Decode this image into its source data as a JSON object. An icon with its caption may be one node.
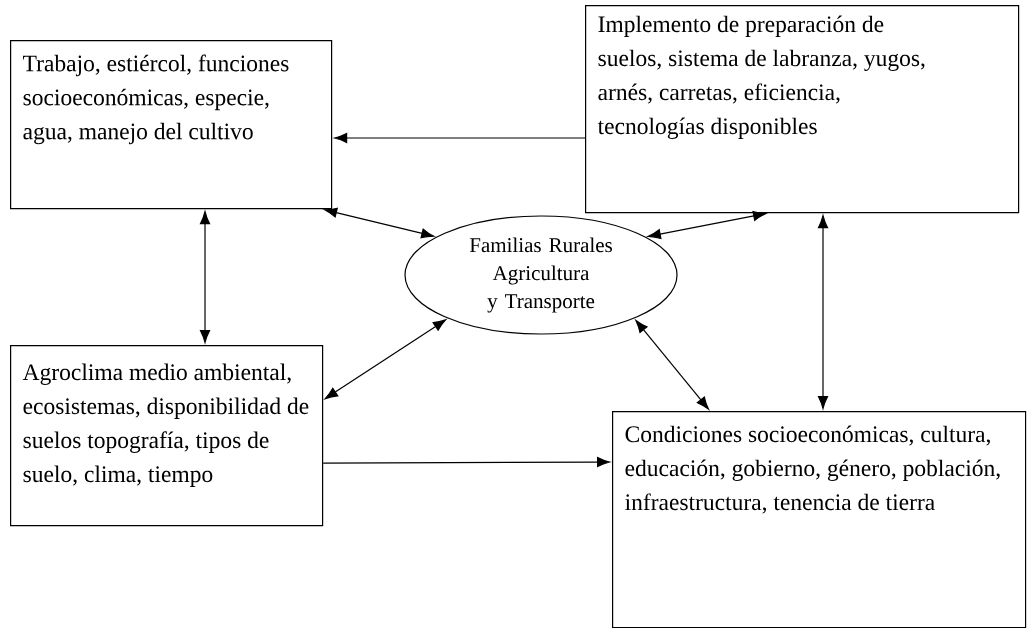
{
  "diagram": {
    "nodes": [
      {
        "text": [
          "Trabajo, estiércol, funciones socioeconómicas, especie, agua, manejo del cultivo"
        ]
      },
      {
        "text": [
          "Implemento de preparación de suelos, sistema de labranza, yugos, arnés, carretas, eficiencia, tecnologías disponibles"
        ]
      },
      {
        "text": [
          "Familias Rurales Agricultura y Transporte"
        ]
      },
      {
        "text": [
          "Agroclima medio ambiental, ecosistemas, disponibilidad de suelos topografía, tipos de suelo, clima, tiempo"
        ]
      },
      {
        "text": [
          "Condiciones socioeconómicas, cultura, educación, gobierno, género, población, infraestructura, tenencia de tierra"
        ]
      }
    ],
    "edges": [
      {
        "from": 1,
        "to": 0,
        "arrow": "to"
      },
      {
        "from": 0,
        "to": 2,
        "arrow": "both"
      },
      {
        "from": 1,
        "to": 2,
        "arrow": "both"
      },
      {
        "from": 0,
        "to": 3,
        "arrow": "both"
      },
      {
        "from": 3,
        "to": 2,
        "arrow": "both"
      },
      {
        "from": 2,
        "to": 4,
        "arrow": "both"
      },
      {
        "from": 1,
        "to": 4,
        "arrow": "both"
      },
      {
        "from": 3,
        "to": 4,
        "arrow": "to"
      }
    ]
  }
}
